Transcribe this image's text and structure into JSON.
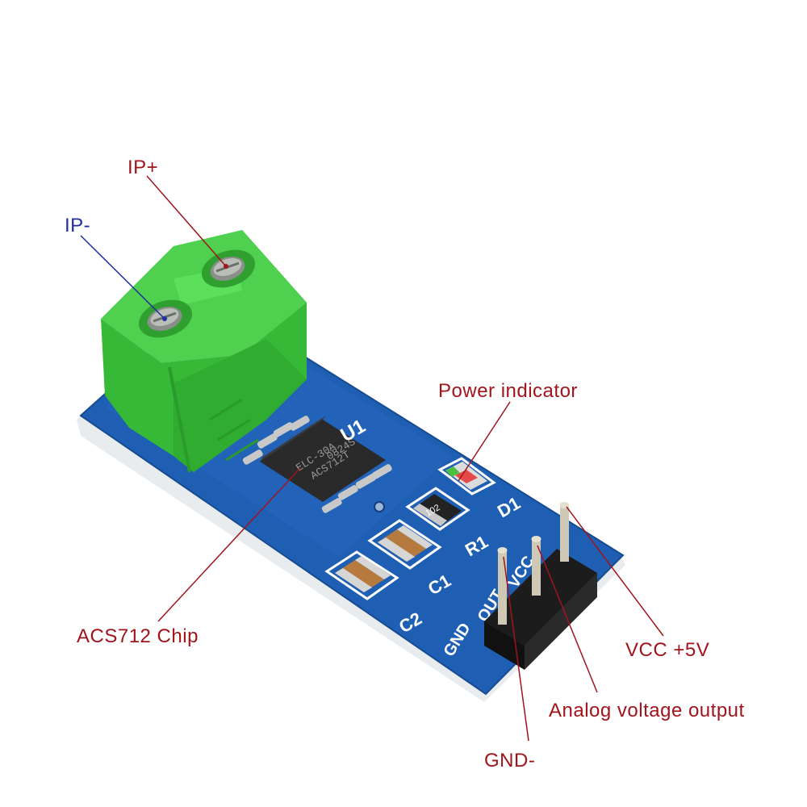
{
  "colors": {
    "label_red": "#a0151c",
    "label_blue": "#1f2f9c",
    "pcb_blue": "#1e5fb4",
    "terminal_green": "#3cc43c",
    "pin_gold": "#c9c2b0",
    "header_black": "#1c1c1c"
  },
  "labels": {
    "ip_plus": "IP+",
    "ip_minus": "IP-",
    "power_indicator": "Power indicator",
    "acs712_chip": "ACS712 Chip",
    "vcc": "VCC +5V",
    "analog_out": "Analog voltage output",
    "gnd": "GND-"
  },
  "board": {
    "chip_marking_1": "ACS712T",
    "chip_marking_2": "ELC-30A",
    "chip_marking_3": "0824S",
    "ref_u1": "U1",
    "ref_d1": "D1",
    "ref_r1": "R1",
    "ref_c1": "C1",
    "ref_c2": "C2",
    "pin_gnd": "GND",
    "pin_out": "OUT",
    "pin_vcc": "VCC",
    "resistor_code": "102"
  }
}
